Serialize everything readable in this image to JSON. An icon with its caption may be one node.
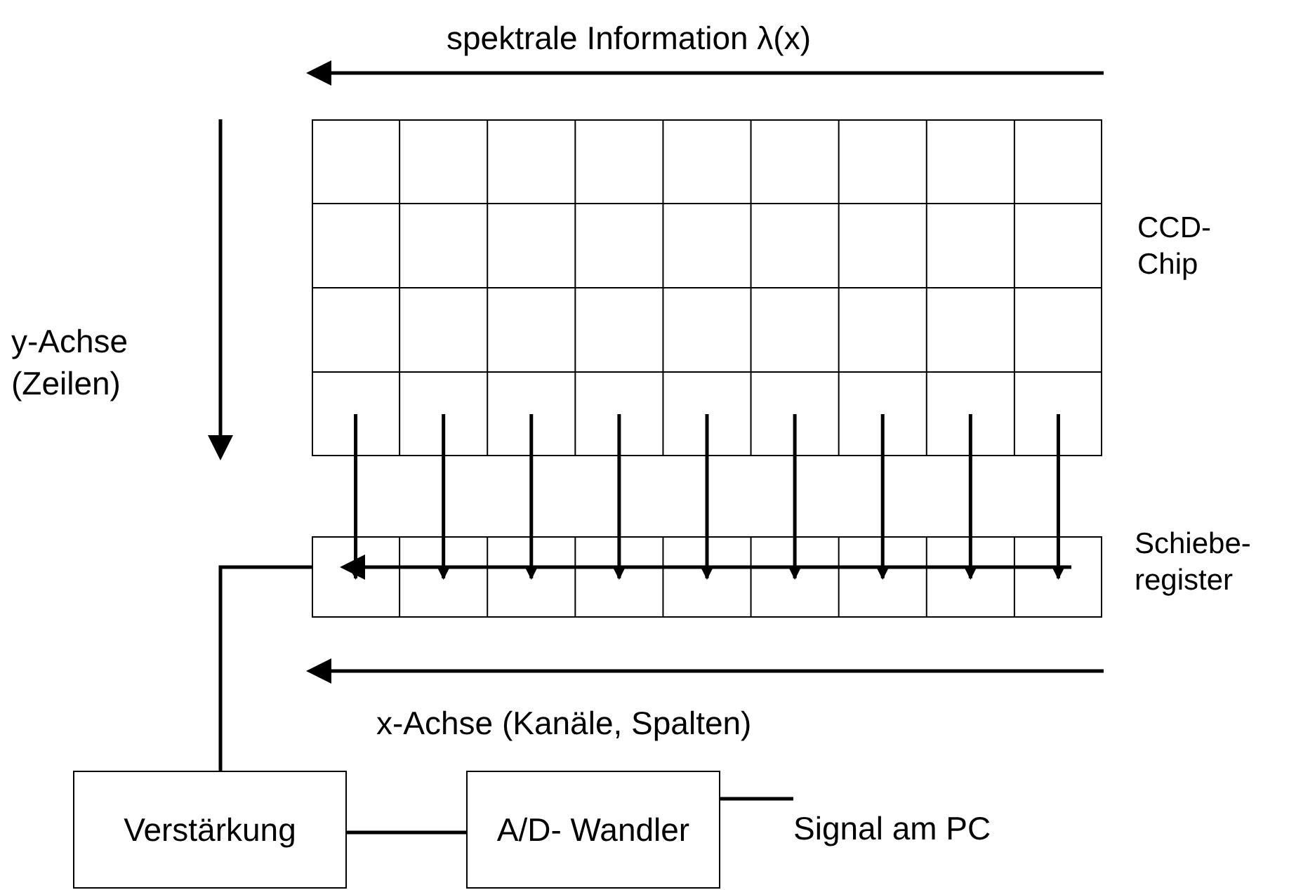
{
  "diagram": {
    "nodes": [
      {
        "text": [],
        "shape": "box",
        "beside": [
          "CCD- Chip"
        ]
      },
      {
        "text": [],
        "shape": "box",
        "beside": [
          "Schiebe- register"
        ]
      },
      {
        "text": [
          "Verstärkung"
        ]
      },
      {
        "text": [
          "A/D- Wandler"
        ]
      },
      {
        "text": [
          "Signal am PC"
        ]
      }
    ],
    "edges": [
      {
        "from": 0,
        "to": 1,
        "arrow": "to"
      },
      {
        "from": 0,
        "to": 1,
        "arrow": "to"
      },
      {
        "from": 0,
        "to": 1,
        "arrow": "to"
      },
      {
        "from": 0,
        "to": 1,
        "arrow": "to"
      },
      {
        "from": 0,
        "to": 1,
        "arrow": "to"
      },
      {
        "from": 0,
        "to": 1,
        "arrow": "to"
      },
      {
        "from": 0,
        "to": 1,
        "arrow": "to"
      },
      {
        "from": 0,
        "to": 1,
        "arrow": "to"
      },
      {
        "from": 0,
        "to": 1,
        "arrow": "to"
      },
      {
        "from": 1,
        "to": 2,
        "arrow": "none"
      },
      {
        "from": 2,
        "to": 3,
        "arrow": "none"
      },
      {
        "from": 3,
        "to": 4,
        "arrow": "none"
      }
    ],
    "labels": [
      "spektrale Information λ(x)",
      "y-Achse (Zeilen)",
      "x-Achse (Kanäle, Spalten)"
    ]
  }
}
